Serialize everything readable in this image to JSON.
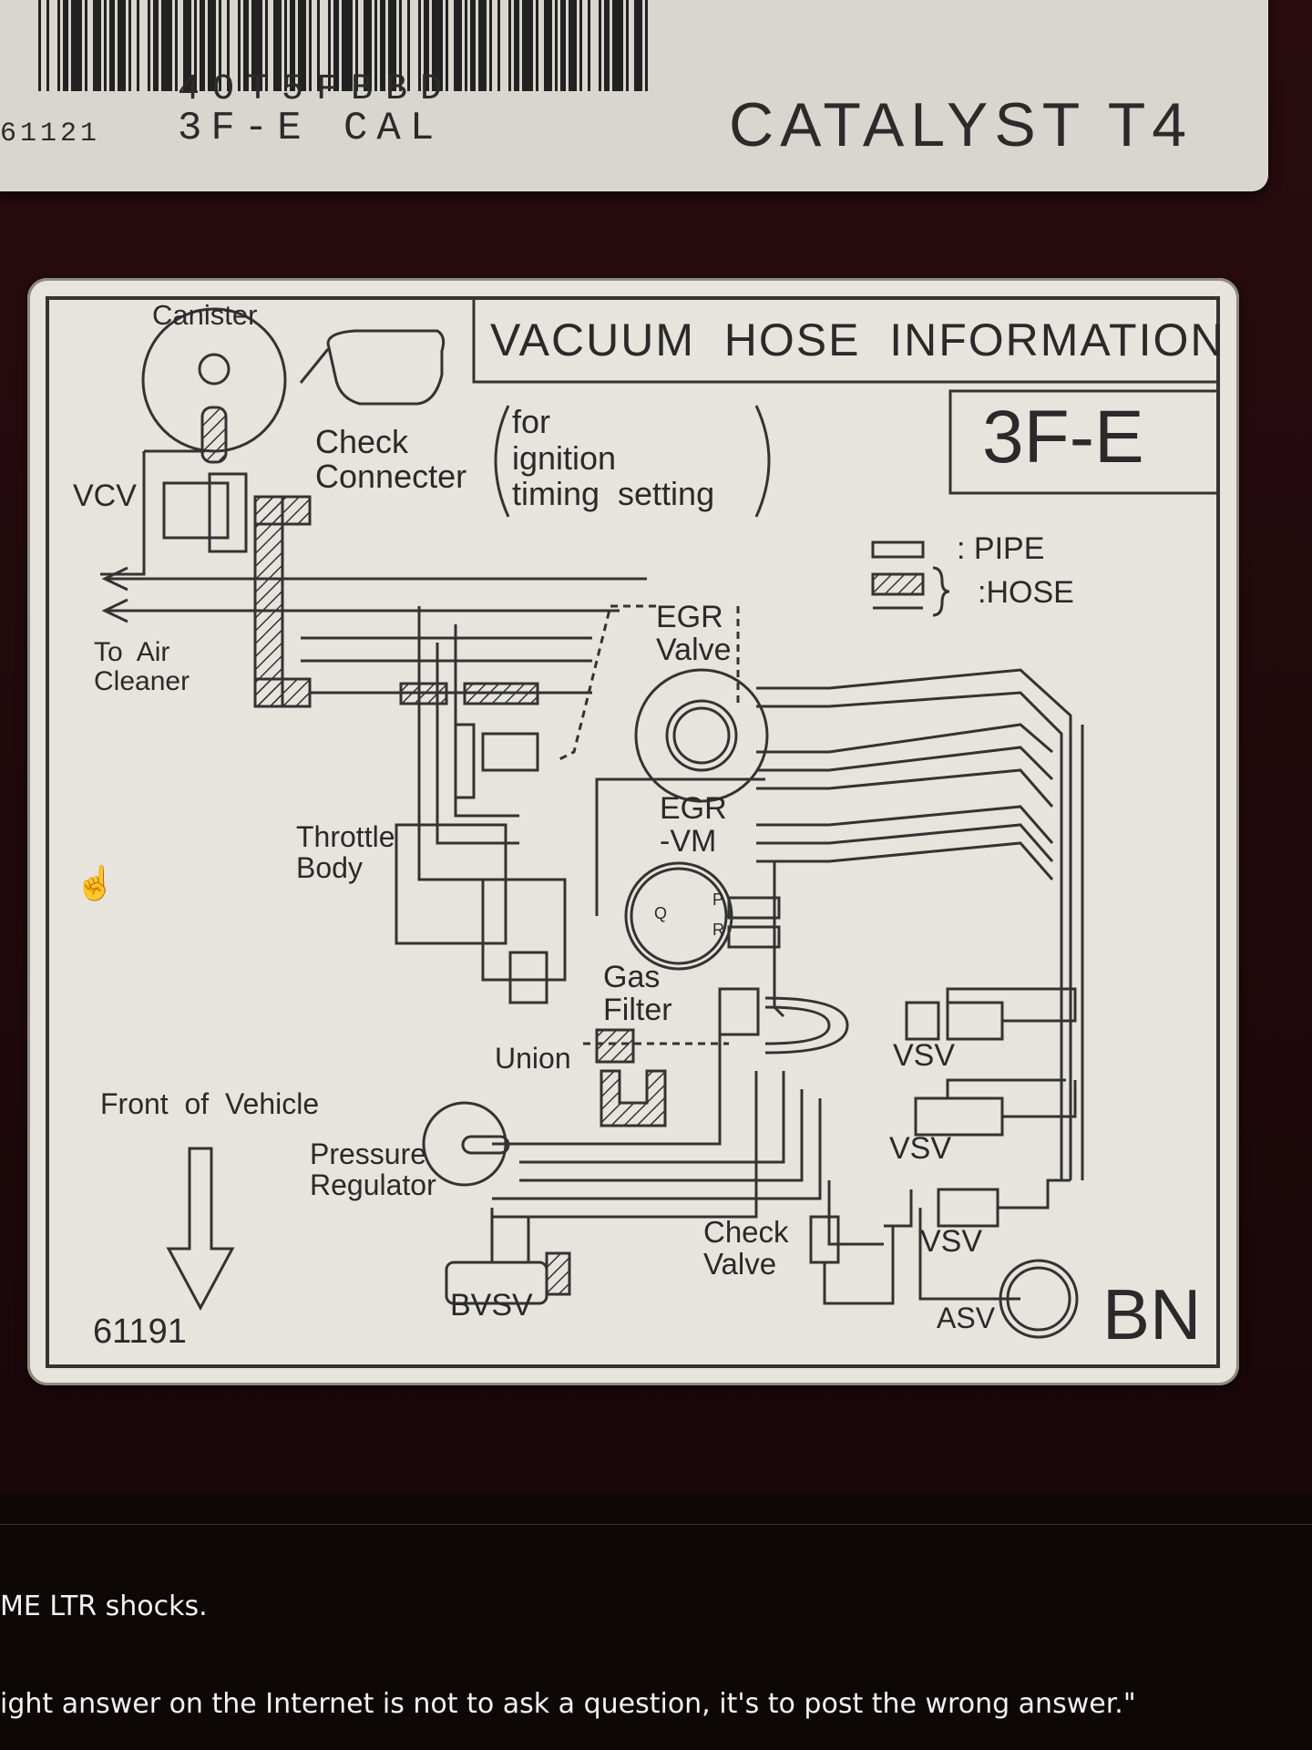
{
  "top_label": {
    "code": "4OT5FBBD",
    "engine_cal": "3F-E  CAL",
    "number": "61121",
    "catalyst": "CATALYST  T4"
  },
  "sticker": {
    "title": "VACUUM  HOSE  INFORMATION",
    "engine": "3F-E",
    "legend_pipe": ": PIPE",
    "legend_hose": ":HOSE",
    "labels": {
      "canister": "Canister",
      "check_connecter": "Check\nConnecter",
      "ignition_note": "for\nignition\ntiming  setting",
      "vcv": "VCV",
      "to_air_cleaner": "To  Air\nCleaner",
      "egr_valve": "EGR\nValve",
      "egr_vm": "EGR\n-VM",
      "throttle_body": "Throttle\nBody",
      "gas_filter": "Gas\nFilter",
      "union": "Union",
      "vsv1": "VSV",
      "vsv2": "VSV",
      "vsv3": "VSV",
      "front_of_vehicle": "Front  of  Vehicle",
      "pressure_regulator": "Pressure\nRegulator",
      "check_valve": "Check\nValve",
      "bvsv": "BVSV",
      "asv": "ASV",
      "p": "P",
      "q": "Q",
      "r": "R",
      "part_number": "61191",
      "code_bn": "BN"
    }
  },
  "forum": {
    "line1": "ME LTR shocks.",
    "line2": "ight answer on the Internet is not to ask a question, it's to post the wrong answer.\""
  }
}
